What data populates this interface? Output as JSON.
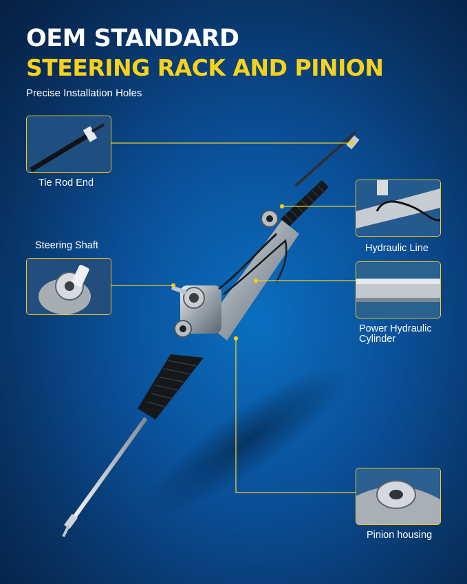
{
  "header": {
    "line1": "OEM STANDARD",
    "line2": "STEERING RACK AND PINION",
    "subtitle": "Precise Installation Holes"
  },
  "callouts": {
    "tie_rod_end": "Tie Rod End",
    "steering_shaft": "Steering Shaft",
    "hydraulic_line": "Hydraulic Line",
    "power_cylinder_line1": "Power Hydraulic",
    "power_cylinder_line2": "Cylinder",
    "pinion_housing": "Pinion housing"
  },
  "colors": {
    "accent_yellow": "#f7d21a",
    "background_blue": "#0a4f98"
  }
}
